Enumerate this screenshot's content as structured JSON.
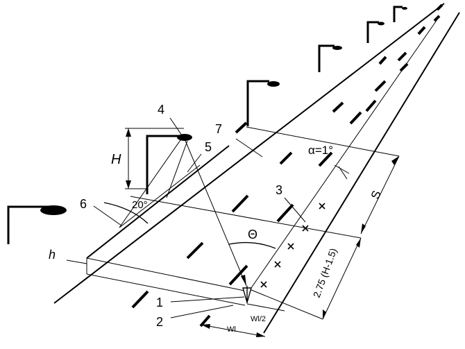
{
  "diagram": {
    "callouts": [
      "1",
      "2",
      "3",
      "4",
      "5",
      "6",
      "7"
    ],
    "labels": {
      "H": "H",
      "h": "h",
      "S": "S",
      "angle_20": "20°",
      "alpha": "α=1°",
      "theta": "Θ",
      "distance": "2.75 (H-1.5)",
      "wl_half": "Wl/2",
      "wl": "Wl"
    },
    "colors": {
      "ink": "#000000",
      "background": "#ffffff"
    },
    "icons": [
      "street-lamp-icon",
      "observer-eye-icon"
    ]
  }
}
